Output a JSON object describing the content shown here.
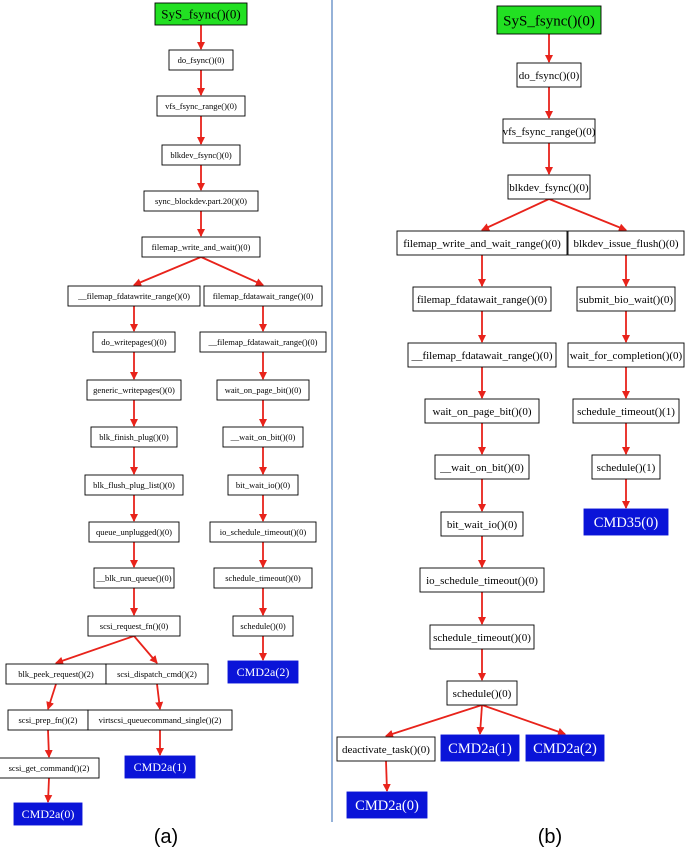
{
  "colors": {
    "edge": "#e8231b",
    "root_fill": "#22e022",
    "cmd_fill": "#0a14d8",
    "cmd_text": "#ffffff",
    "node_stroke": "#000000",
    "divider": "#4f7fbf"
  },
  "panels": [
    {
      "id": "a",
      "label": "(a)",
      "nodes": [
        {
          "id": "a_root",
          "text": "SyS_fsync()(0)",
          "kind": "root"
        },
        {
          "id": "a_do_fsync",
          "text": "do_fsync()(0)"
        },
        {
          "id": "a_vfs",
          "text": "vfs_fsync_range()(0)"
        },
        {
          "id": "a_blkdev",
          "text": "blkdev_fsync()(0)"
        },
        {
          "id": "a_sync_bd",
          "text": "sync_blockdev.part.20()(0)"
        },
        {
          "id": "a_fm_ww",
          "text": "filemap_write_and_wait()(0)"
        },
        {
          "id": "a_fm_fdw",
          "text": "__filemap_fdatawrite_range()(0)"
        },
        {
          "id": "a_fm_fdwr",
          "text": "filemap_fdatawait_range()(0)"
        },
        {
          "id": "a_do_wp",
          "text": "do_writepages()(0)"
        },
        {
          "id": "a___fm_fdwr",
          "text": "__filemap_fdatawait_range()(0)"
        },
        {
          "id": "a_gen_wp",
          "text": "generic_writepages()(0)"
        },
        {
          "id": "a_wait_pb",
          "text": "wait_on_page_bit()(0)"
        },
        {
          "id": "a_blk_fp",
          "text": "blk_finish_plug()(0)"
        },
        {
          "id": "a___wait_ob",
          "text": "__wait_on_bit()(0)"
        },
        {
          "id": "a_blk_fpl",
          "text": "blk_flush_plug_list()(0)"
        },
        {
          "id": "a_bit_wio",
          "text": "bit_wait_io()(0)"
        },
        {
          "id": "a_queue_u",
          "text": "queue_unplugged()(0)"
        },
        {
          "id": "a_io_st",
          "text": "io_schedule_timeout()(0)"
        },
        {
          "id": "a___blk_rq",
          "text": "__blk_run_queue()(0)"
        },
        {
          "id": "a_sched_t",
          "text": "schedule_timeout()(0)"
        },
        {
          "id": "a_scsi_rf",
          "text": "scsi_request_fn()(0)"
        },
        {
          "id": "a_sched",
          "text": "schedule()(0)"
        },
        {
          "id": "a_blk_peek",
          "text": "blk_peek_request()(2)"
        },
        {
          "id": "a_scsi_dc",
          "text": "scsi_dispatch_cmd()(2)"
        },
        {
          "id": "a_cmd2a_2",
          "text": "CMD2a(2)",
          "kind": "cmd"
        },
        {
          "id": "a_scsi_prep",
          "text": "scsi_prep_fn()(2)"
        },
        {
          "id": "a_virt",
          "text": "virtscsi_queuecommand_single()(2)"
        },
        {
          "id": "a_scsi_gc",
          "text": "scsi_get_command()(2)"
        },
        {
          "id": "a_cmd2a_1",
          "text": "CMD2a(1)",
          "kind": "cmd"
        },
        {
          "id": "a_cmd2a_0",
          "text": "CMD2a(0)",
          "kind": "cmd"
        }
      ],
      "edges": [
        [
          "a_root",
          "a_do_fsync"
        ],
        [
          "a_do_fsync",
          "a_vfs"
        ],
        [
          "a_vfs",
          "a_blkdev"
        ],
        [
          "a_blkdev",
          "a_sync_bd"
        ],
        [
          "a_sync_bd",
          "a_fm_ww"
        ],
        [
          "a_fm_ww",
          "a_fm_fdw"
        ],
        [
          "a_fm_ww",
          "a_fm_fdwr"
        ],
        [
          "a_fm_fdw",
          "a_do_wp"
        ],
        [
          "a_do_wp",
          "a_gen_wp"
        ],
        [
          "a_gen_wp",
          "a_blk_fp"
        ],
        [
          "a_blk_fp",
          "a_blk_fpl"
        ],
        [
          "a_blk_fpl",
          "a_queue_u"
        ],
        [
          "a_queue_u",
          "a___blk_rq"
        ],
        [
          "a___blk_rq",
          "a_scsi_rf"
        ],
        [
          "a_scsi_rf",
          "a_blk_peek"
        ],
        [
          "a_scsi_rf",
          "a_scsi_dc"
        ],
        [
          "a_blk_peek",
          "a_scsi_prep"
        ],
        [
          "a_scsi_prep",
          "a_scsi_gc"
        ],
        [
          "a_scsi_gc",
          "a_cmd2a_0"
        ],
        [
          "a_scsi_dc",
          "a_virt"
        ],
        [
          "a_virt",
          "a_cmd2a_1"
        ],
        [
          "a_fm_fdwr",
          "a___fm_fdwr"
        ],
        [
          "a___fm_fdwr",
          "a_wait_pb"
        ],
        [
          "a_wait_pb",
          "a___wait_ob"
        ],
        [
          "a___wait_ob",
          "a_bit_wio"
        ],
        [
          "a_bit_wio",
          "a_io_st"
        ],
        [
          "a_io_st",
          "a_sched_t"
        ],
        [
          "a_sched_t",
          "a_sched"
        ],
        [
          "a_sched",
          "a_cmd2a_2"
        ]
      ]
    },
    {
      "id": "b",
      "label": "(b)",
      "nodes": [
        {
          "id": "b_root",
          "text": "SyS_fsync()(0)",
          "kind": "root"
        },
        {
          "id": "b_do_fsync",
          "text": "do_fsync()(0)"
        },
        {
          "id": "b_vfs",
          "text": "vfs_fsync_range()(0)"
        },
        {
          "id": "b_blkdev",
          "text": "blkdev_fsync()(0)"
        },
        {
          "id": "b_fm_wwr",
          "text": "filemap_write_and_wait_range()(0)"
        },
        {
          "id": "b_blk_iff",
          "text": "blkdev_issue_flush()(0)"
        },
        {
          "id": "b_fm_fdwr",
          "text": "filemap_fdatawait_range()(0)"
        },
        {
          "id": "b_sub_bw",
          "text": "submit_bio_wait()(0)"
        },
        {
          "id": "b___fm_fdwr",
          "text": "__filemap_fdatawait_range()(0)"
        },
        {
          "id": "b_wfc",
          "text": "wait_for_completion()(0)"
        },
        {
          "id": "b_wait_pb",
          "text": "wait_on_page_bit()(0)"
        },
        {
          "id": "b_sched_t1",
          "text": "schedule_timeout()(1)"
        },
        {
          "id": "b___wait_ob",
          "text": "__wait_on_bit()(0)"
        },
        {
          "id": "b_sched1",
          "text": "schedule()(1)"
        },
        {
          "id": "b_bit_wio",
          "text": "bit_wait_io()(0)"
        },
        {
          "id": "b_cmd35",
          "text": "CMD35(0)",
          "kind": "cmd"
        },
        {
          "id": "b_io_st",
          "text": "io_schedule_timeout()(0)"
        },
        {
          "id": "b_sched_t",
          "text": "schedule_timeout()(0)"
        },
        {
          "id": "b_sched",
          "text": "schedule()(0)"
        },
        {
          "id": "b_deact",
          "text": "deactivate_task()(0)"
        },
        {
          "id": "b_cmd2a_1",
          "text": "CMD2a(1)",
          "kind": "cmd"
        },
        {
          "id": "b_cmd2a_2",
          "text": "CMD2a(2)",
          "kind": "cmd"
        },
        {
          "id": "b_cmd2a_0",
          "text": "CMD2a(0)",
          "kind": "cmd"
        }
      ],
      "edges": [
        [
          "b_root",
          "b_do_fsync"
        ],
        [
          "b_do_fsync",
          "b_vfs"
        ],
        [
          "b_vfs",
          "b_blkdev"
        ],
        [
          "b_blkdev",
          "b_fm_wwr"
        ],
        [
          "b_blkdev",
          "b_blk_iff"
        ],
        [
          "b_fm_wwr",
          "b_fm_fdwr"
        ],
        [
          "b_fm_fdwr",
          "b___fm_fdwr"
        ],
        [
          "b___fm_fdwr",
          "b_wait_pb"
        ],
        [
          "b_wait_pb",
          "b___wait_ob"
        ],
        [
          "b___wait_ob",
          "b_bit_wio"
        ],
        [
          "b_bit_wio",
          "b_io_st"
        ],
        [
          "b_io_st",
          "b_sched_t"
        ],
        [
          "b_sched_t",
          "b_sched"
        ],
        [
          "b_sched",
          "b_deact"
        ],
        [
          "b_sched",
          "b_cmd2a_1"
        ],
        [
          "b_sched",
          "b_cmd2a_2"
        ],
        [
          "b_deact",
          "b_cmd2a_0"
        ],
        [
          "b_blk_iff",
          "b_sub_bw"
        ],
        [
          "b_sub_bw",
          "b_wfc"
        ],
        [
          "b_wfc",
          "b_sched_t1"
        ],
        [
          "b_sched_t1",
          "b_sched1"
        ],
        [
          "b_sched1",
          "b_cmd35"
        ]
      ]
    }
  ]
}
